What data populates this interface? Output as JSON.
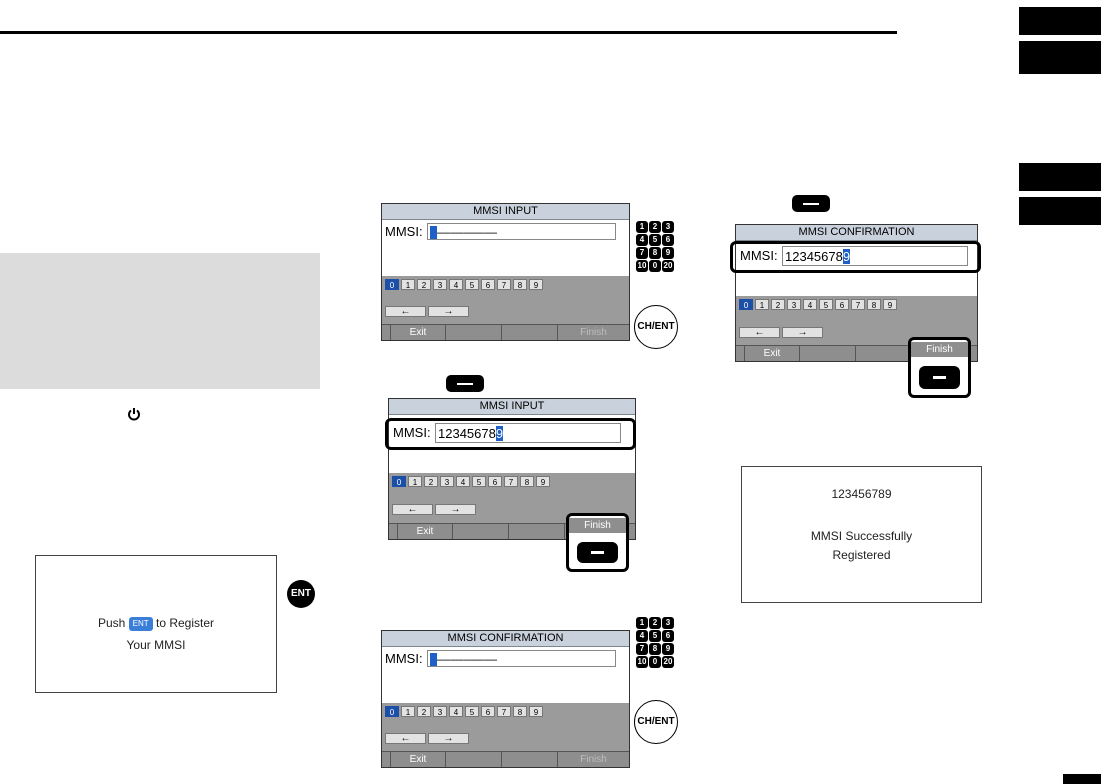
{
  "screens": {
    "input1": {
      "title": "MMSI INPUT",
      "label": "MMSI:",
      "value": "–––––––––",
      "cursor": "",
      "digits": [
        "0",
        "1",
        "2",
        "3",
        "4",
        "5",
        "6",
        "7",
        "8",
        "9"
      ],
      "arrows": [
        "←",
        "→"
      ],
      "soft": [
        "Exit",
        "",
        "",
        "Finish"
      ]
    },
    "input2": {
      "title": "MMSI INPUT",
      "label": "MMSI:",
      "value": "12345678",
      "cursor": "9",
      "digits": [
        "0",
        "1",
        "2",
        "3",
        "4",
        "5",
        "6",
        "7",
        "8",
        "9"
      ],
      "arrows": [
        "←",
        "→"
      ],
      "soft": [
        "Exit",
        "",
        ""
      ]
    },
    "confirm1": {
      "title": "MMSI CONFIRMATION",
      "label": "MMSI:",
      "value": "–––––––––",
      "cursor": "",
      "digits": [
        "0",
        "1",
        "2",
        "3",
        "4",
        "5",
        "6",
        "7",
        "8",
        "9"
      ],
      "arrows": [
        "←",
        "→"
      ],
      "soft": [
        "Exit",
        "",
        "",
        "Finish"
      ]
    },
    "confirm2": {
      "title": "MMSI CONFIRMATION",
      "label": "MMSI:",
      "value": "12345678",
      "cursor": "9",
      "digits": [
        "0",
        "1",
        "2",
        "3",
        "4",
        "5",
        "6",
        "7",
        "8",
        "9"
      ],
      "arrows": [
        "←",
        "→"
      ],
      "soft": [
        "Exit",
        "",
        ""
      ]
    }
  },
  "callouts": {
    "finish": "Finish"
  },
  "register_box": {
    "line1_before": "Push",
    "ent_key": "ENT",
    "line1_after": "to Register",
    "line2": "Your MMSI"
  },
  "success_box": {
    "number": "123456789",
    "line1": "MMSI Successfully",
    "line2": "Registered"
  },
  "keys": {
    "numpad": [
      "1",
      "2",
      "3",
      "4",
      "5",
      "6",
      "7",
      "8",
      "9",
      "10",
      "0",
      "20"
    ],
    "dial": "CH/ENT",
    "ent": "ENT"
  }
}
